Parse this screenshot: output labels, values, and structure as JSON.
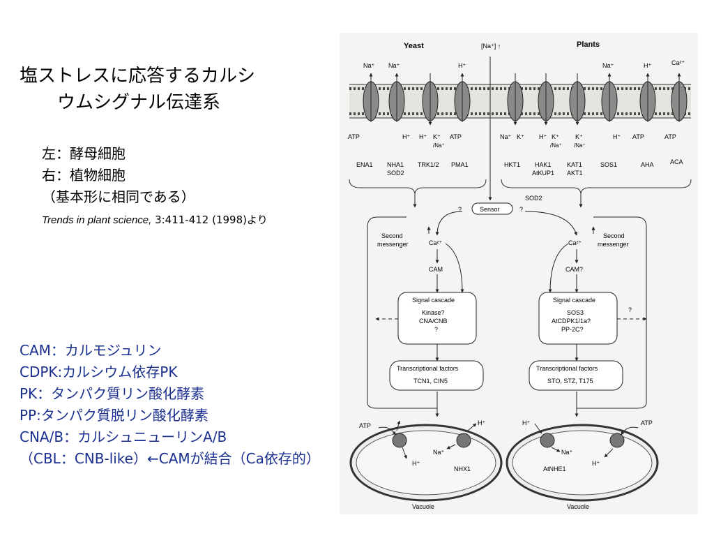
{
  "slide": {
    "title_line1": "塩ストレスに応答するカルシ",
    "title_line2": "ウムシグナル伝達系",
    "left_label": "左：酵母細胞",
    "right_label": "右：植物細胞",
    "same_note": "（基本形に相同である）",
    "citation_journal": "Trends in plant science,",
    "citation_rest": " 3:411-412 (1998)より"
  },
  "abbreviations": [
    "CAM：カルモジュリン",
    "CDPK:カルシウム依存PK",
    "PK：タンパク質リン酸化酵素",
    "PP:タンパク質脱リン酸化酵素",
    "CNA/B：カルシュニューリンA/B",
    "（CBL：CNB-like）←CAMが結合（Ca依存的）"
  ],
  "figure": {
    "yeast_heading": "Yeast",
    "plants_heading": "Plants",
    "na_signal": "[Na⁺] ↑",
    "yeast_top_ions": [
      "Na⁺",
      "Na⁺",
      "H⁺"
    ],
    "plant_top_ions": [
      "Na⁺",
      "H⁺",
      "Ca²⁺"
    ],
    "yeast_bottom": [
      "ATP",
      "H⁺",
      "H⁺",
      "K⁺",
      "/Na⁺",
      "ATP"
    ],
    "plant_bottom": [
      "Na⁺",
      "K⁺",
      "H⁺",
      "K⁺",
      "/Na⁺",
      "K⁺",
      "/Na⁺",
      "H⁺",
      "ATP",
      "ATP"
    ],
    "yeast_transporters": [
      "ENA1",
      "NHA1",
      "SOD2",
      "TRK1/2",
      "PMA1"
    ],
    "plant_transporters": [
      "HKT1",
      "HAK1",
      "AtKUP1",
      "KAT1",
      "AKT1",
      "SOS1",
      "AHA",
      "ACA"
    ],
    "sod2_label": "SOD2",
    "sensor": "Sensor",
    "question": "?",
    "second_messenger": [
      "Second",
      "messenger"
    ],
    "ca": "Ca²⁺",
    "cam_yeast": "CAM",
    "cam_plant": "CAM?",
    "cascade_title": "Signal cascade",
    "yeast_cascade": [
      "Kinase?",
      "CNA/CNB",
      "?"
    ],
    "plant_cascade": [
      "SOS3",
      "AtCDPK1/1a?",
      "PP-2C?"
    ],
    "tf_title": "Transcriptional factors",
    "yeast_tf": "TCN1, CIN5",
    "plant_tf": "STO, STZ, T175",
    "atp": "ATP",
    "h": "H⁺",
    "na": "Na⁺",
    "nhx1": "NHX1",
    "atnhe1": "AtNHE1",
    "vacuole": "Vacuole"
  }
}
